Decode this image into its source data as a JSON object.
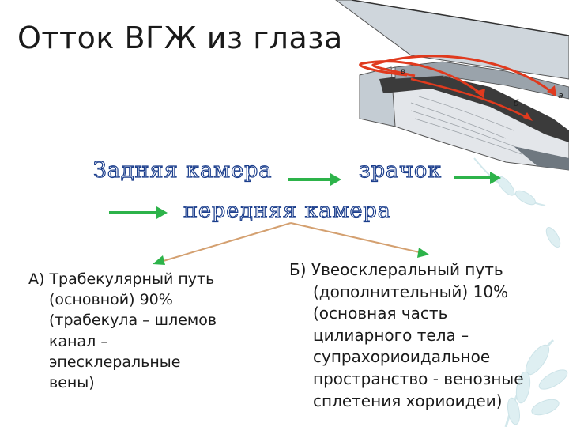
{
  "title": "Отток ВГЖ из глаза",
  "figure": {
    "label_a": "а",
    "label_b": "б",
    "label_v": "в"
  },
  "flow": {
    "posterior_chamber": "Задняя камера",
    "pupil": "зрачок",
    "anterior_chamber": "передняя камера"
  },
  "paths": {
    "trabecular": {
      "lines": [
        "А) Трабекулярный путь",
        "(основной) 90%",
        "(трабекула – шлемов",
        "канал –",
        "эпесклеральные",
        "вены)"
      ]
    },
    "uveoscleral": {
      "lines": [
        "Б) Увеосклеральный путь",
        "(дополнительный) 10%",
        "(основная часть",
        "цилиарного тела –",
        "супрахориоидальное",
        "пространство  - венозные",
        "сплетения хориоидеи)"
      ]
    }
  },
  "colors": {
    "flow_arrow": "#2db34a",
    "branch_line": "#d4a070",
    "outflow_arrow": "#e03a1e",
    "flow_text_outline": "#1a3d8c",
    "decor_leaves": "#c9e3e8"
  }
}
